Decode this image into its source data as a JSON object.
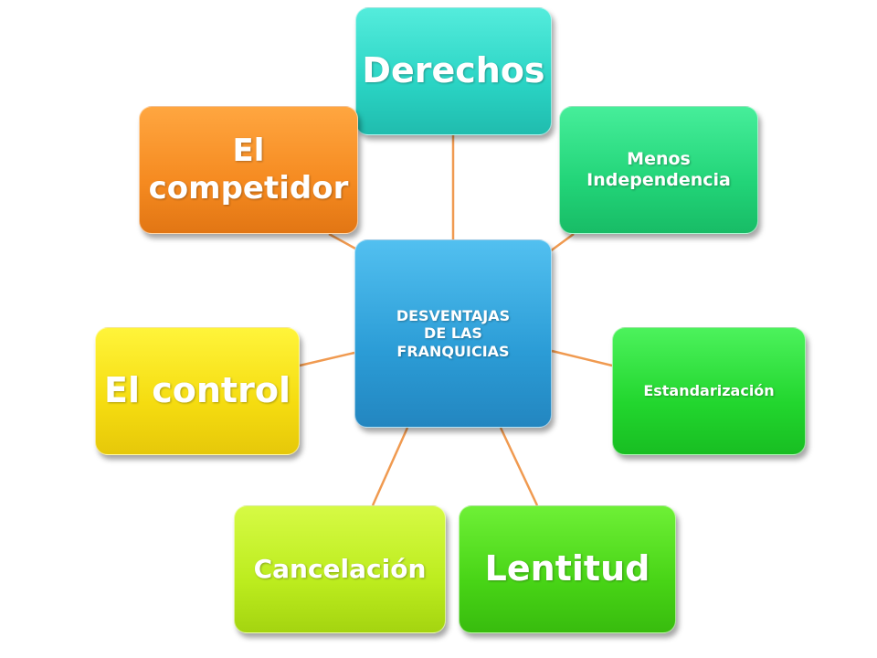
{
  "diagram": {
    "center": {
      "lines": [
        "DESVENTAJAS",
        "DE LAS",
        "FRANQUICIAS"
      ],
      "color": "#2b9cd6"
    },
    "connector_color": "#f09a50",
    "nodes": [
      {
        "id": "derechos",
        "lines": [
          "Derechos"
        ],
        "color": "#2ad4c4"
      },
      {
        "id": "menos",
        "lines": [
          "Menos",
          "Independencia"
        ],
        "color": "#22d478"
      },
      {
        "id": "estandar",
        "lines": [
          "Estandarización"
        ],
        "color": "#22d62e"
      },
      {
        "id": "lentitud",
        "lines": [
          "Lentitud"
        ],
        "color": "#48d416"
      },
      {
        "id": "cancel",
        "lines": [
          "Cancelación"
        ],
        "color": "#bcec1e"
      },
      {
        "id": "control",
        "lines": [
          "El control"
        ],
        "color": "#f5dc10"
      },
      {
        "id": "competidor",
        "lines": [
          "El",
          "competidor"
        ],
        "color": "#f58a20"
      }
    ]
  }
}
